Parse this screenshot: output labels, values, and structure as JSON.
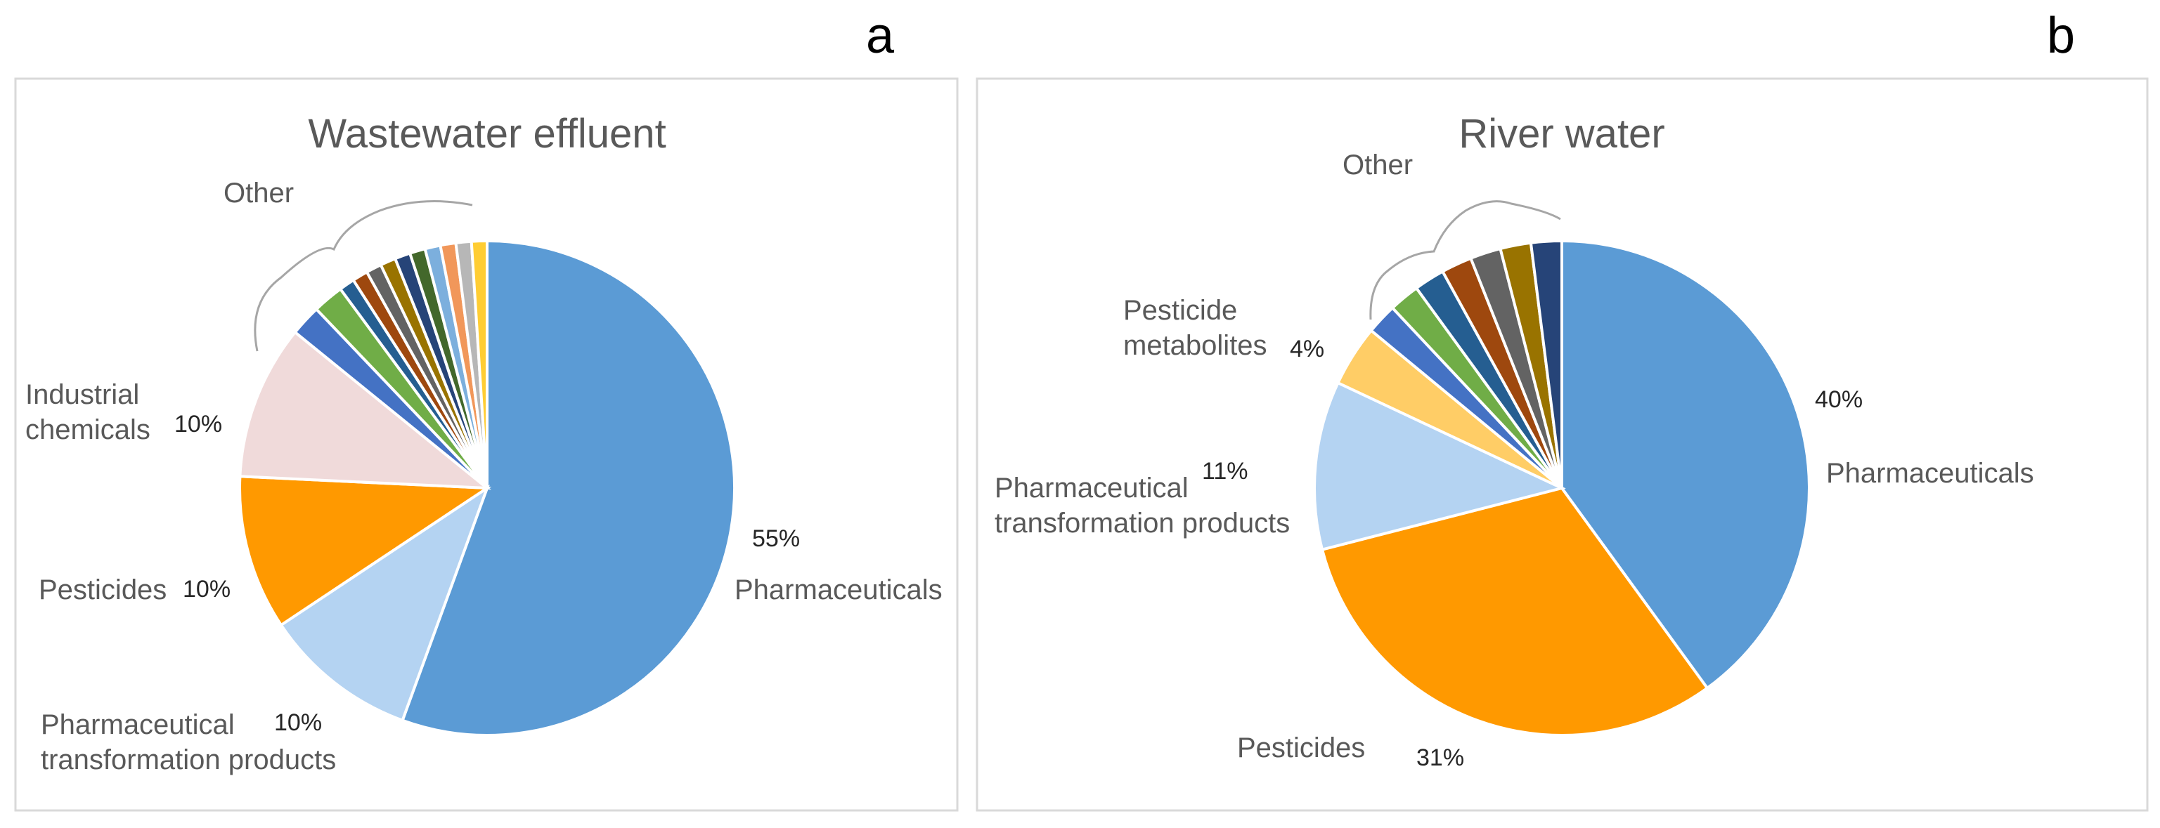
{
  "chart_data": [
    {
      "panel": "a",
      "type": "pie",
      "title": "Wastewater effluent",
      "slices": [
        {
          "label": "Pharmaceuticals",
          "value": 55,
          "value_label": "55%",
          "color": "#5B9BD5"
        },
        {
          "label": "Pharmaceutical transformation products",
          "value": 10,
          "value_label": "10%",
          "color": "#B4D3F2"
        },
        {
          "label": "Pesticides",
          "value": 10,
          "value_label": "10%",
          "color": "#FF9900"
        },
        {
          "label": "Industrial chemicals",
          "value": 10,
          "value_label": "10%",
          "color": "#F0DADA"
        },
        {
          "label": "",
          "value": 2,
          "color": "#4472C4"
        },
        {
          "label": "",
          "value": 2,
          "color": "#70AD47"
        },
        {
          "label": "",
          "value": 1,
          "color": "#255E91"
        },
        {
          "label": "",
          "value": 1,
          "color": "#9E480E"
        },
        {
          "label": "",
          "value": 1,
          "color": "#636363"
        },
        {
          "label": "",
          "value": 1,
          "color": "#997300"
        },
        {
          "label": "",
          "value": 1,
          "color": "#264478"
        },
        {
          "label": "",
          "value": 1,
          "color": "#43682B"
        },
        {
          "label": "",
          "value": 1,
          "color": "#7CAFDD"
        },
        {
          "label": "",
          "value": 1,
          "color": "#F1975A"
        },
        {
          "label": "",
          "value": 1,
          "color": "#B7B7B7"
        },
        {
          "label": "",
          "value": 1,
          "color": "#FFCD33"
        }
      ],
      "group_label": "Other"
    },
    {
      "panel": "b",
      "type": "pie",
      "title": "River water",
      "slices": [
        {
          "label": "Pharmaceuticals",
          "value": 40,
          "value_label": "40%",
          "color": "#5B9BD5"
        },
        {
          "label": "Pesticides",
          "value": 31,
          "value_label": "31%",
          "color": "#FF9900"
        },
        {
          "label": "Pharmaceutical transformation products",
          "value": 11,
          "value_label": "11%",
          "color": "#B4D3F2"
        },
        {
          "label": "Pesticide metabolites",
          "value": 4,
          "value_label": "4%",
          "color": "#FFCD66"
        },
        {
          "label": "",
          "value": 2,
          "color": "#4472C4"
        },
        {
          "label": "",
          "value": 2,
          "color": "#70AD47"
        },
        {
          "label": "",
          "value": 2,
          "color": "#255E91"
        },
        {
          "label": "",
          "value": 2,
          "color": "#9E480E"
        },
        {
          "label": "",
          "value": 2,
          "color": "#636363"
        },
        {
          "label": "",
          "value": 2,
          "color": "#997300"
        },
        {
          "label": "",
          "value": 2,
          "color": "#264478"
        }
      ],
      "group_label": "Other"
    }
  ],
  "labels": {
    "a_letter": "a",
    "b_letter": "b",
    "a_pharm": "Pharmaceuticals",
    "a_pharm_pct": "55%",
    "a_ptp_line1": "Pharmaceutical",
    "a_ptp_line2": "transformation products",
    "a_ptp_pct": "10%",
    "a_pest": "Pesticides",
    "a_pest_pct": "10%",
    "a_ind_line1": "Industrial",
    "a_ind_line2": "chemicals",
    "a_ind_pct": "10%",
    "b_pharm": "Pharmaceuticals",
    "b_pharm_pct": "40%",
    "b_pest": "Pesticides",
    "b_pest_pct": "31%",
    "b_ptp_line1": "Pharmaceutical",
    "b_ptp_line2": "transformation products",
    "b_ptp_pct": "11%",
    "b_pm_line1": "Pesticide",
    "b_pm_line2": "metabolites",
    "b_pm_pct": "4%"
  }
}
